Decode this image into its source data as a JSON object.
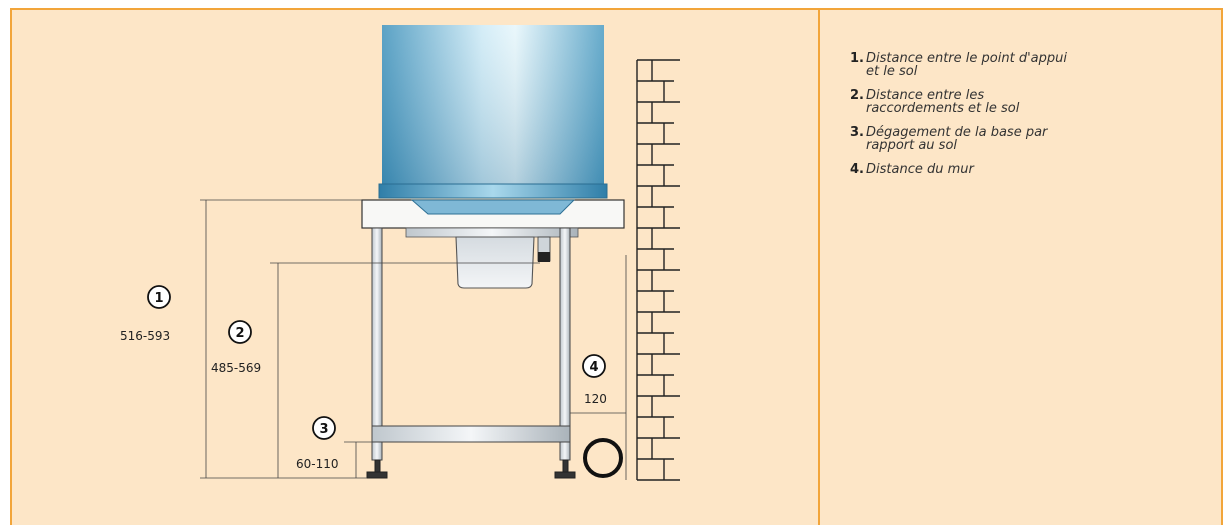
{
  "diagram": {
    "markers": {
      "m1": "1",
      "m2": "2",
      "m3": "3",
      "m4": "4"
    },
    "dimensions": {
      "d1": "516-593",
      "d2": "485-569",
      "d3": "60-110",
      "d4": "120"
    }
  },
  "legend": {
    "items": [
      {
        "num": "1.",
        "text": "Distance entre le point d'appui\net le sol"
      },
      {
        "num": "2.",
        "text": "Distance entre les\nraccordements et le sol"
      },
      {
        "num": "3.",
        "text": "Dégagement de la base par\nrapport au sol"
      },
      {
        "num": "4.",
        "text": "Distance du mur"
      }
    ]
  },
  "colors": {
    "background": "#fde6c7",
    "border": "#f2a53a",
    "drum_light": "#d8f0f8",
    "drum_dark": "#4e9fc4",
    "line": "#222222"
  }
}
